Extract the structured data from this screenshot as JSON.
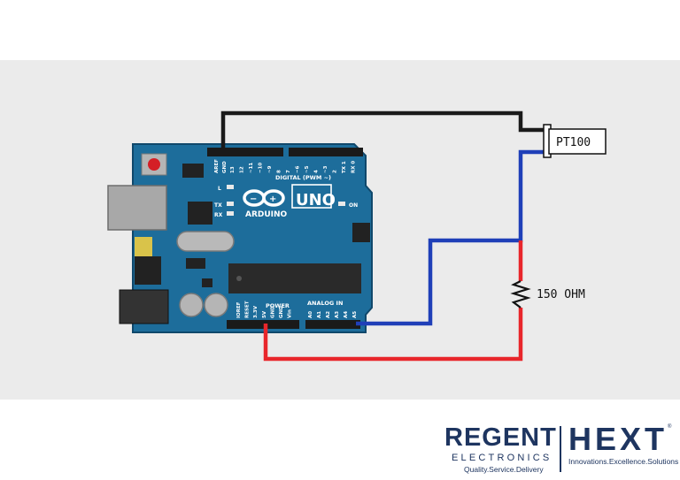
{
  "board": {
    "brand": "ARDUINO",
    "model": "UNO",
    "header_digital": "DIGITAL (PWM ~)",
    "header_power": "POWER",
    "header_analog": "ANALOG IN",
    "pin_aref": "AREF",
    "pin_gnd_top": "GND",
    "digital_pins": [
      "13",
      "12",
      "~11",
      "~10",
      "~9",
      "8",
      "7",
      "~6",
      "~5",
      "4",
      "~3",
      "2",
      "TX 1",
      "RX 0"
    ],
    "power_pins": [
      "IOREF",
      "RESET",
      "3.3V",
      "5V",
      "GND",
      "GND",
      "Vin"
    ],
    "analog_pins": [
      "A0",
      "A1",
      "A2",
      "A3",
      "A4",
      "A5"
    ],
    "led_l": "L",
    "led_tx": "TX",
    "led_rx": "RX",
    "led_on": "ON"
  },
  "sensor": {
    "label": "PT100"
  },
  "resistor": {
    "label": "150 OHM"
  },
  "wire_colors": {
    "ground": "#1a1a1a",
    "signal": "#1f3fb8",
    "power": "#e8262b"
  },
  "logos": {
    "regent": "REGENT",
    "electronics": "ELECTRONICS",
    "tagline_left": "Quality.Service.Delivery",
    "hext": "HEXT",
    "registered": "®",
    "tagline_right": "Innovations.Excellence.Solutions"
  }
}
